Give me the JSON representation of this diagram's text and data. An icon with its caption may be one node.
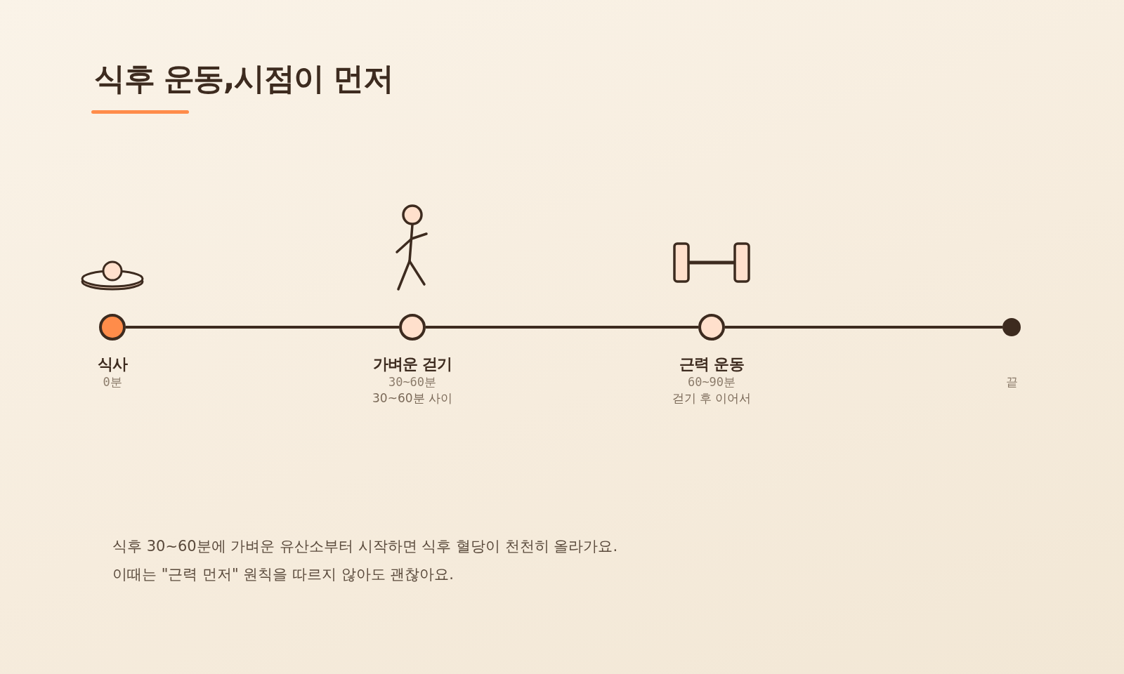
{
  "diagram": {
    "title": "식후 운동,시점이 먼저",
    "nodes": [
      {
        "text": [],
        "shape": "circle",
        "beside": [
          "식사",
          "0분"
        ]
      },
      {
        "text": [],
        "shape": "circle",
        "beside": [
          "가벼운 걷기",
          "30~60분",
          "30~60분 사이"
        ]
      },
      {
        "text": [],
        "shape": "circle",
        "beside": [
          "근력 운동",
          "60~90분",
          "걷기 후 이어서"
        ]
      },
      {
        "text": [],
        "shape": "circle",
        "beside": [
          "끝"
        ]
      }
    ],
    "edges": [
      {
        "from": 0,
        "to": 1,
        "arrow": "none"
      },
      {
        "from": 1,
        "to": 2,
        "arrow": "none"
      },
      {
        "from": 2,
        "to": 3,
        "arrow": "none"
      }
    ],
    "labels": [
      "식후 30~60분에 가벼운 유산소부터 시작하면 식후 혈당이 천천히 올라가요.",
      "이때는 \"근력 먼저\" 원칙을 따르지 않아도 괜찮아요."
    ]
  }
}
